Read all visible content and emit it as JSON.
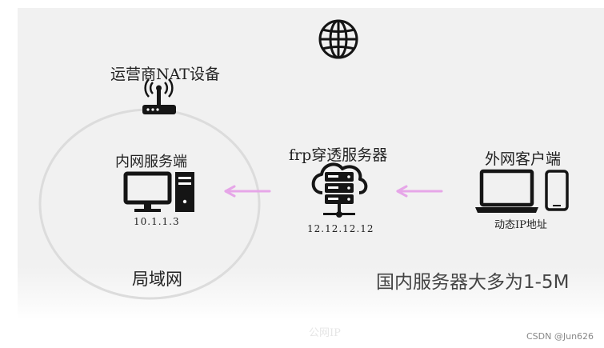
{
  "labels": {
    "nat": "运营商NAT设备",
    "intranet_server": "内网服务端",
    "intranet_ip": "10.1.1.3",
    "frp_server": "frp穿透服务器",
    "frp_ip": "12.12.12.12",
    "external_client": "外网客户端",
    "dynamic_ip": "动态IP地址",
    "lan": "局域网",
    "note": "国内服务器大多为1-5M",
    "faded_caption": "公网IP",
    "watermark": "CSDN @Jun626"
  },
  "icons": [
    "globe-icon",
    "router-icon",
    "desktop-computer-icon",
    "cloud-server-icon",
    "laptop-icon",
    "smartphone-icon"
  ],
  "colors": {
    "background": "#f1f1f1",
    "arrow": "#e6a6e8",
    "icon": "#151515",
    "circle": "#dcdcdc",
    "note_text": "#444444"
  }
}
